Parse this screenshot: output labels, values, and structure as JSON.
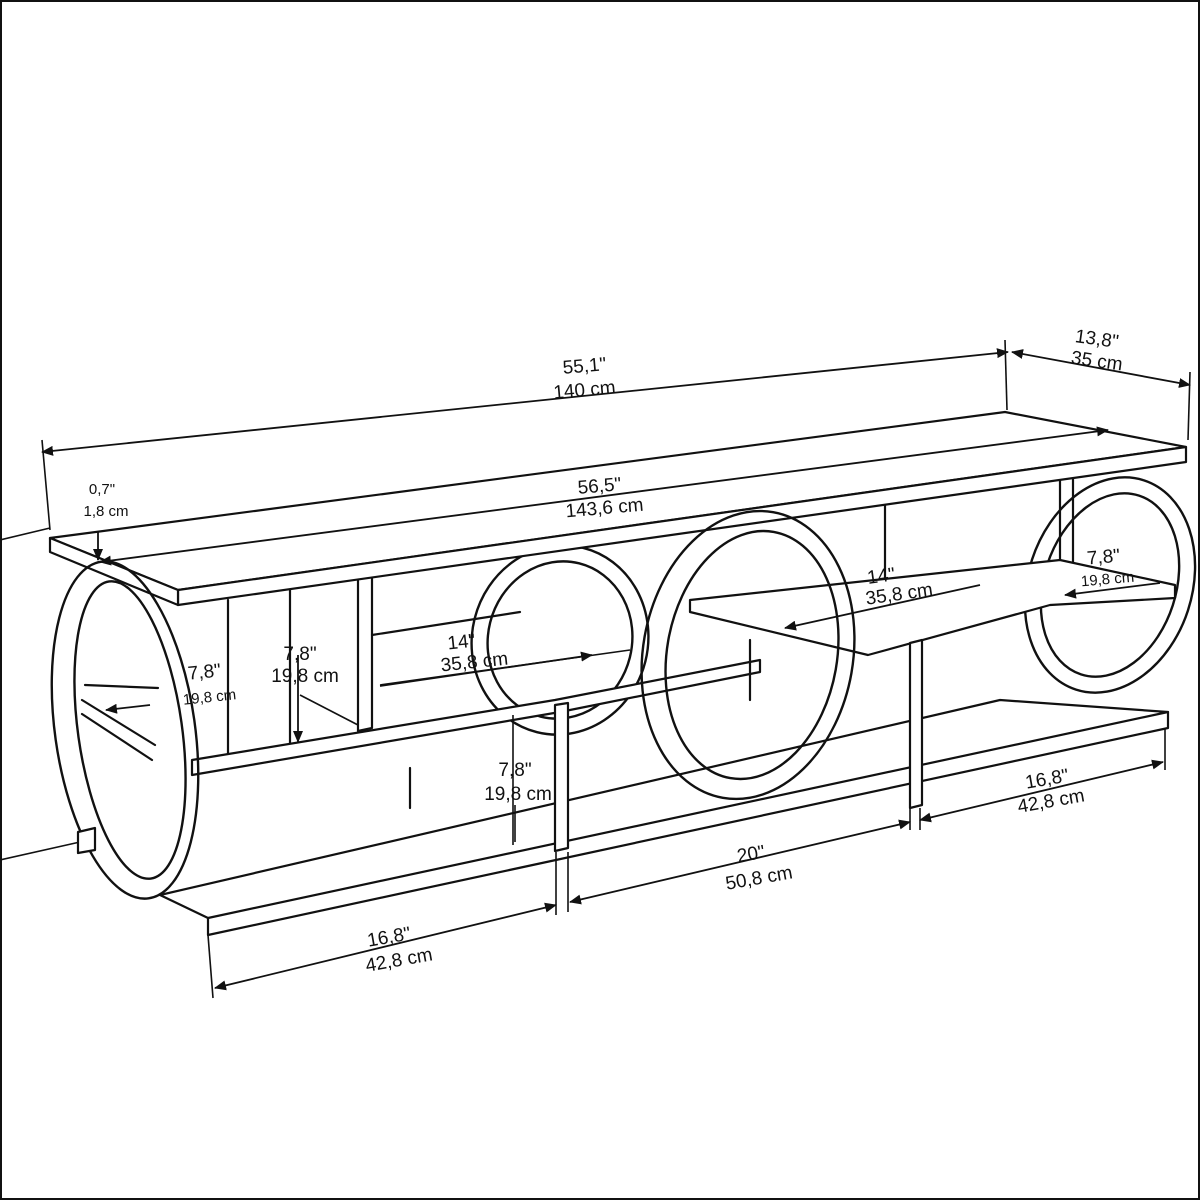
{
  "dimensions": {
    "overall_width": {
      "in": "55,1\"",
      "cm": "140 cm"
    },
    "overall_depth": {
      "in": "13,8\"",
      "cm": "35 cm"
    },
    "top_thickness": {
      "in": "0,7\"",
      "cm": "1,8 cm"
    },
    "top_length": {
      "in": "56,5\"",
      "cm": "143,6 cm"
    },
    "left_end_height": {
      "in": "7,8\"",
      "cm": "19,8 cm"
    },
    "left_shelf_height": {
      "in": "7,8\"",
      "cm": "19,8 cm"
    },
    "left_shelf_depth": {
      "in": "14\"",
      "cm": "35,8 cm"
    },
    "middle_shelf_depth": {
      "in": "14\"",
      "cm": "35,8 cm"
    },
    "right_end_height": {
      "in": "7,8\"",
      "cm": "19,8 cm"
    },
    "lower_center_height": {
      "in": "7,8\"",
      "cm": "19,8 cm"
    },
    "bottom_left_width": {
      "in": "16,8\"",
      "cm": "42,8 cm"
    },
    "bottom_center_width": {
      "in": "20\"",
      "cm": "50,8 cm"
    },
    "bottom_right_width": {
      "in": "16,8\"",
      "cm": "42,8 cm"
    }
  }
}
